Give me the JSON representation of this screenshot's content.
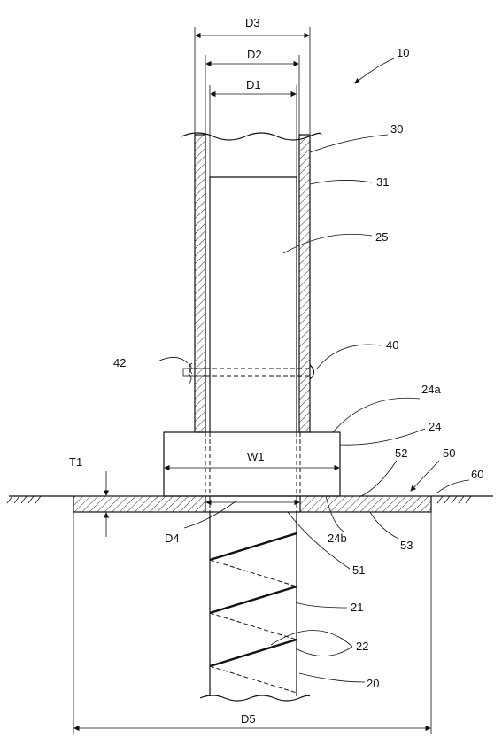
{
  "labels": {
    "d3": "D3",
    "d2": "D2",
    "d1": "D1",
    "ref10": "10",
    "ref30": "30",
    "ref31": "31",
    "ref25": "25",
    "ref40": "40",
    "ref42": "42",
    "ref24a": "24a",
    "ref24": "24",
    "t1": "T1",
    "w1": "W1",
    "ref52": "52",
    "ref50": "50",
    "ref60": "60",
    "d4": "D4",
    "ref24b": "24b",
    "ref53": "53",
    "ref51": "51",
    "ref21": "21",
    "ref22": "22",
    "ref20": "20",
    "d5": "D5"
  }
}
